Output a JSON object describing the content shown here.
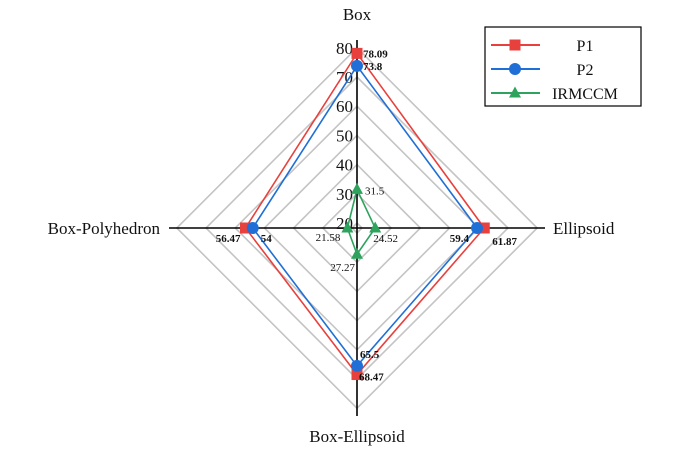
{
  "chart_data": {
    "type": "radar",
    "axes": [
      "Box",
      "Ellipsoid",
      "Box-Ellipsoid",
      "Box-Polyhedron"
    ],
    "radial_ticks": [
      20,
      30,
      40,
      50,
      60,
      70,
      80
    ],
    "rlim": [
      20,
      80
    ],
    "grid": true,
    "legend_position": "top-right",
    "series": [
      {
        "name": "P1",
        "color": "#e8403c",
        "marker": "square",
        "values": [
          78.09,
          61.87,
          68.47,
          56.47
        ],
        "labels": [
          "78.09",
          "61.87",
          "68.47",
          "56.47"
        ],
        "bold_labels": true
      },
      {
        "name": "P2",
        "color": "#1f6fd6",
        "marker": "circle",
        "values": [
          73.8,
          59.4,
          65.5,
          54
        ],
        "labels": [
          "73.8",
          "59.4",
          "65.5",
          "54"
        ],
        "bold_labels": true
      },
      {
        "name": "IRMCCM",
        "color": "#2ea35e",
        "marker": "triangle",
        "values": [
          31.5,
          24.52,
          27.27,
          21.58
        ],
        "labels": [
          "31.5",
          "24.52",
          "27.27",
          "21.58"
        ],
        "bold_labels": false
      }
    ]
  }
}
